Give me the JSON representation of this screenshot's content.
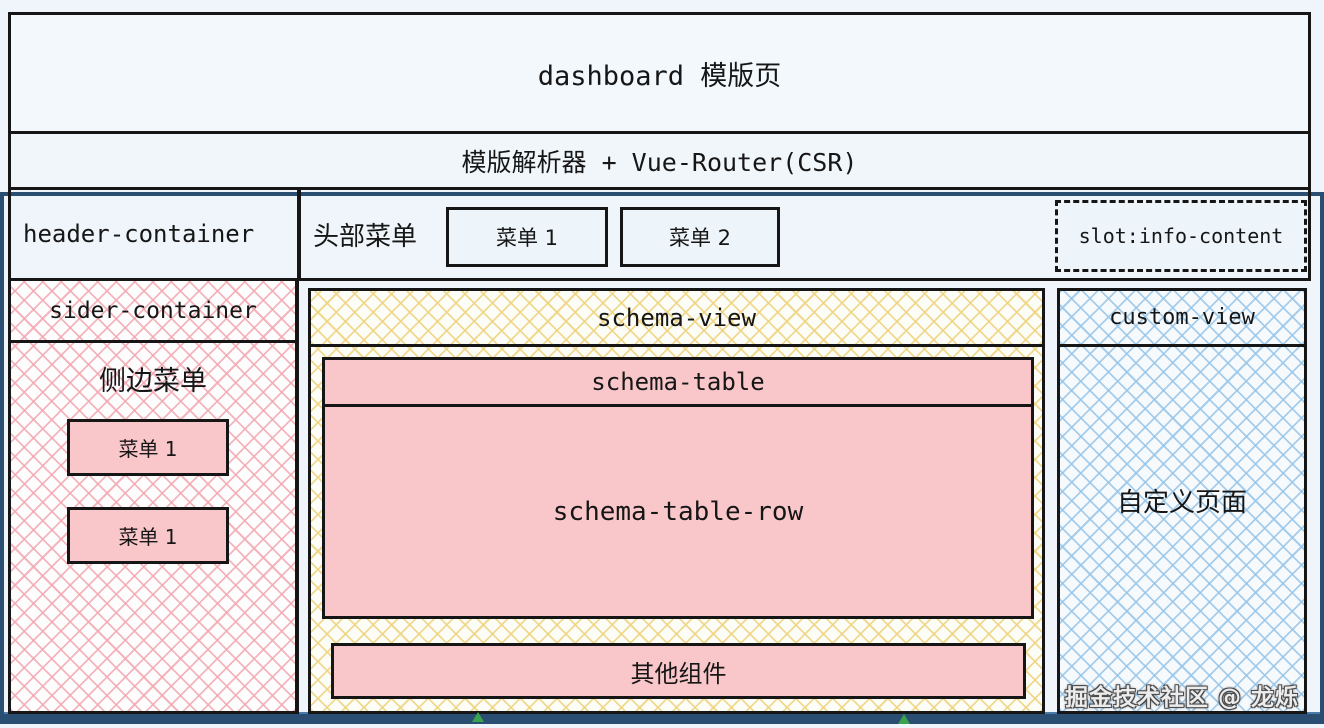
{
  "page": {
    "title": "dashboard 模版页",
    "parser_bar": "模版解析器 + Vue-Router(CSR)"
  },
  "header": {
    "container_label": "header-container",
    "menu_label": "头部菜单",
    "menu_items": [
      {
        "label": "菜单 1"
      },
      {
        "label": "菜单 2"
      }
    ],
    "slot_label": "slot:info-content"
  },
  "sider": {
    "container_label": "sider-container",
    "menu_title": "侧边菜单",
    "menu_items": [
      {
        "label": "菜单 1"
      },
      {
        "label": "菜单 1"
      }
    ]
  },
  "schema_view": {
    "title": "schema-view",
    "table_title": "schema-table",
    "table_row_label": "schema-table-row",
    "other_label": "其他组件"
  },
  "custom_view": {
    "title": "custom-view",
    "content_label": "自定义页面"
  },
  "watermark": "掘金技术社区 @ 龙烁",
  "colors": {
    "background": "#eff5fa",
    "ink": "#161616",
    "frame_blue": "#2a4e72",
    "pink_fill": "#f9c7c9",
    "pink_hatch": "#f2a8b2",
    "yellow_hatch": "#eed37d",
    "blue_hatch": "#98c5e8",
    "handle_green": "#3aa34d"
  }
}
